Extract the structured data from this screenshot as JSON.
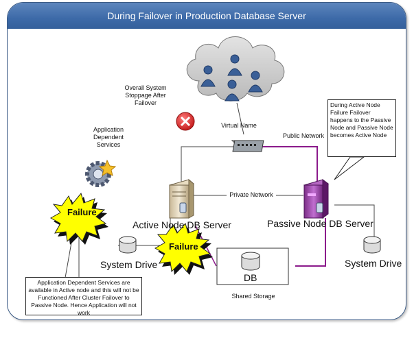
{
  "title": "During Failover in Production Database Server",
  "labels": {
    "overall_stoppage": "Overall System Stoppage After Failover",
    "app_services": "Application Dependent Services",
    "virtual_name": "Virtual Name",
    "public_network": "Public Network",
    "private_network": "Private Network",
    "active_node": "Active Node DB Server",
    "passive_node": "Passive Node DB Server",
    "system_drive_left": "System Drive",
    "system_drive_right": "System Drive",
    "db": "DB",
    "shared_storage": "Shared Storage",
    "failure_1": "Failure",
    "failure_2": "Failure"
  },
  "notes": {
    "passive_note": "During Active Node Failure Failover happens to the Passive Node and Passive Node becomes Active Node",
    "app_note": "Application Dependent Services are available in Active node and this will not be Functioned After Cluster Failover to Passive Node. Hence Application will not work"
  },
  "colors": {
    "header": "#3d6aa8",
    "public_link": "#8b1a8b",
    "failure": "#ffff00"
  }
}
